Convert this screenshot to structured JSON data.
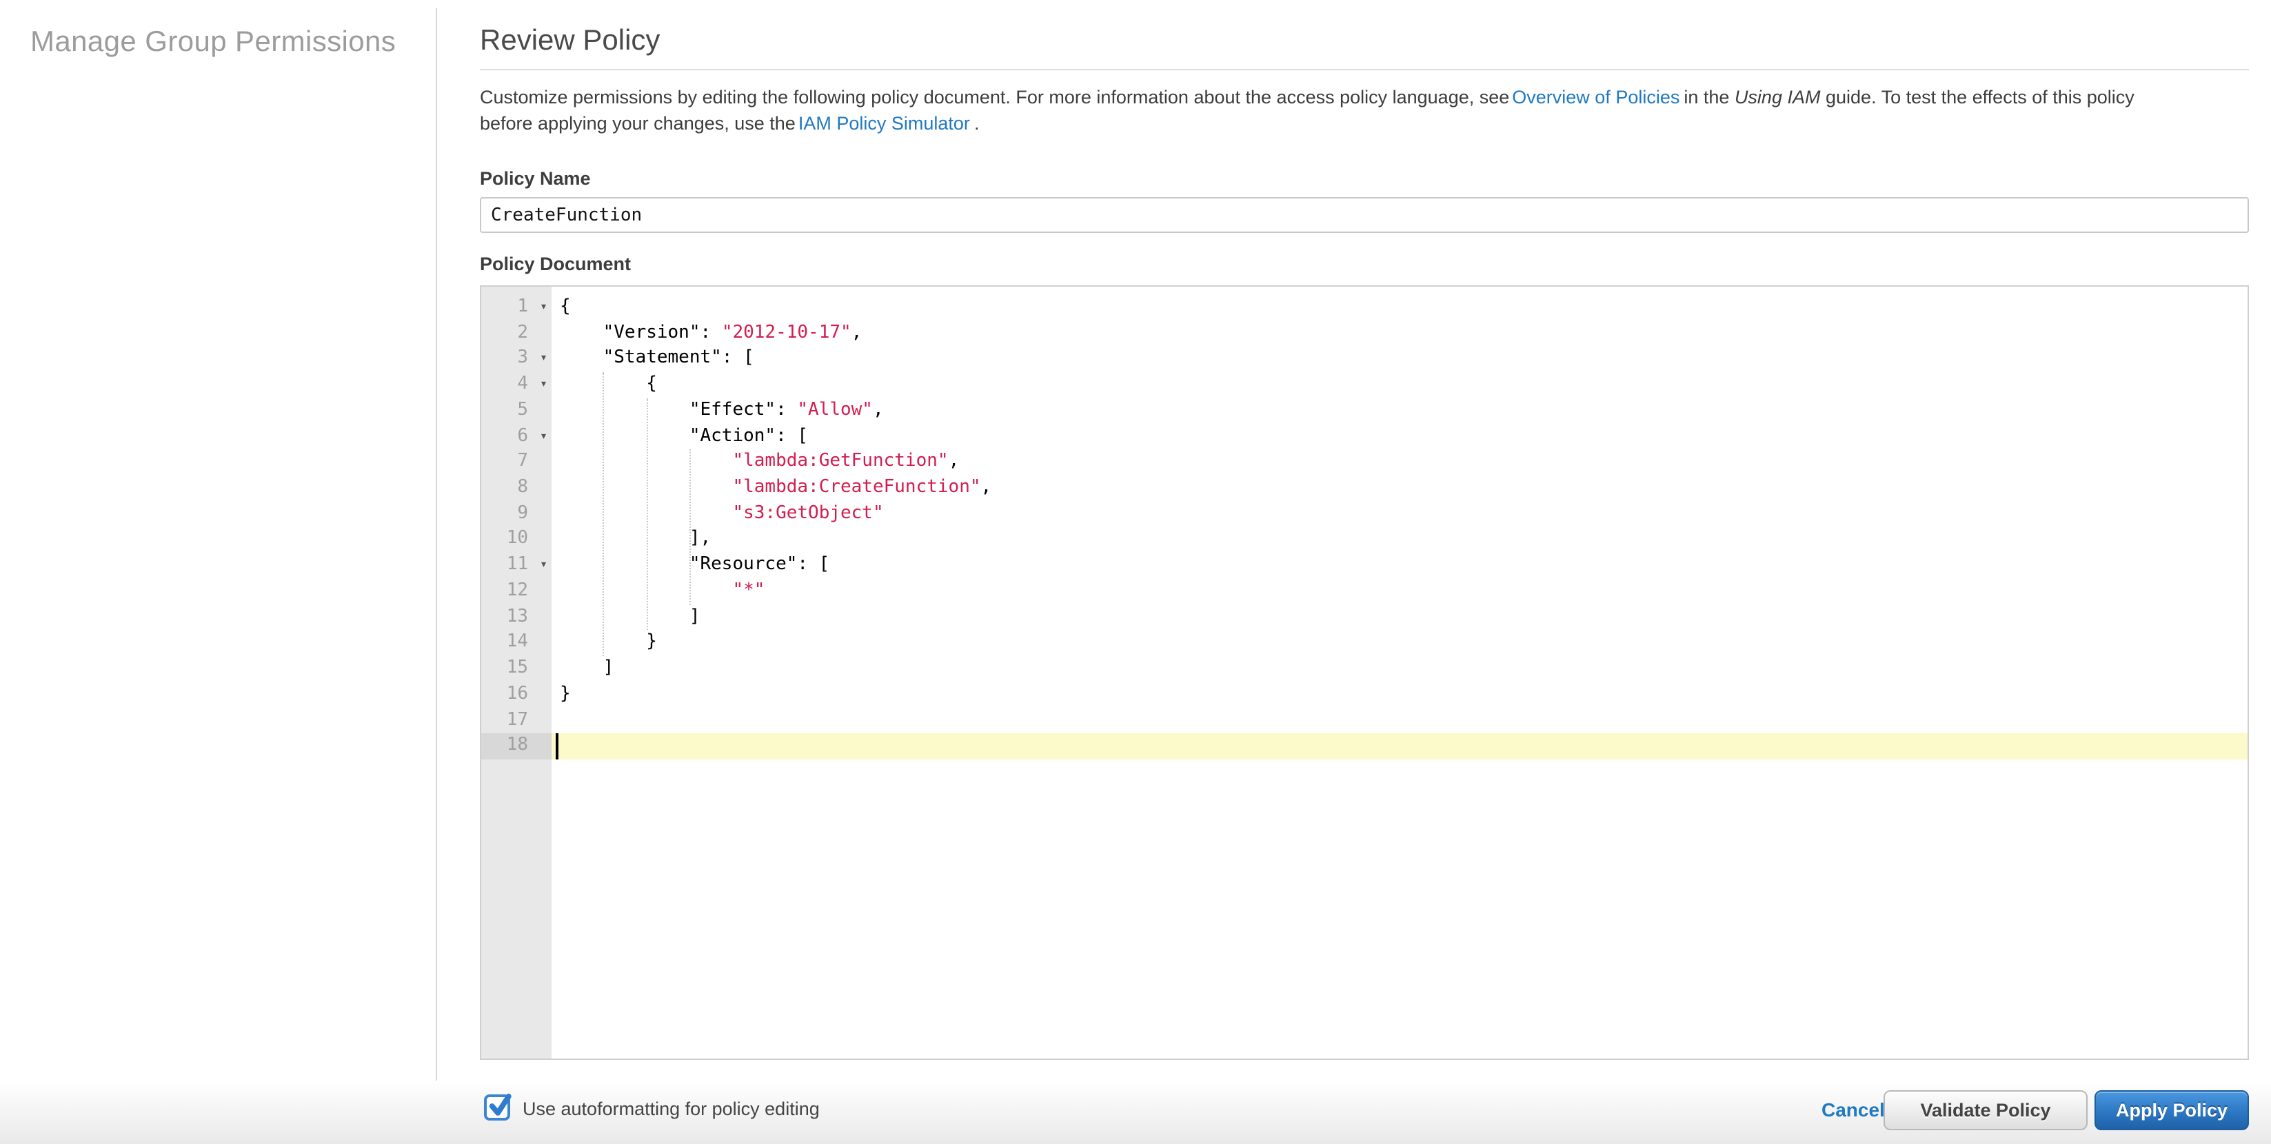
{
  "sidebar": {
    "title": "Manage Group Permissions"
  },
  "header": {
    "title": "Review Policy"
  },
  "intro": {
    "segments": [
      {
        "type": "text",
        "text": "Customize permissions by editing the following policy document. For more information about the access policy language, see"
      },
      {
        "type": "link",
        "name": "overview-of-policies-link",
        "text": "Overview of Policies"
      },
      {
        "type": "text",
        "text": "in the "
      },
      {
        "type": "italic",
        "text": "Using IAM"
      },
      {
        "type": "text",
        "text": " guide. To test the effects of this policy"
      },
      {
        "type": "break"
      },
      {
        "type": "text",
        "text": "before applying your changes, use the"
      },
      {
        "type": "link",
        "name": "iam-policy-simulator-link",
        "text": "IAM Policy Simulator"
      },
      {
        "type": "text",
        "text": "."
      }
    ]
  },
  "policy_name": {
    "label": "Policy Name",
    "value": "CreateFunction"
  },
  "policy_document": {
    "label": "Policy Document",
    "active_line": 18,
    "fold_lines": [
      1,
      3,
      4,
      6,
      11
    ],
    "indent_guides": [
      {
        "level": 1,
        "from": 4,
        "to": 14
      },
      {
        "level": 2,
        "from": 5,
        "to": 13
      },
      {
        "level": 3,
        "from": 7,
        "to": 12
      }
    ],
    "lines": [
      {
        "segs": [
          [
            "{",
            "p"
          ]
        ]
      },
      {
        "segs": [
          [
            "    \"Version\": ",
            "p"
          ],
          [
            "\"2012-10-17\"",
            "s"
          ],
          [
            ",",
            "p"
          ]
        ]
      },
      {
        "segs": [
          [
            "    \"Statement\": [",
            "p"
          ]
        ]
      },
      {
        "segs": [
          [
            "        {",
            "p"
          ]
        ]
      },
      {
        "segs": [
          [
            "            \"Effect\": ",
            "p"
          ],
          [
            "\"Allow\"",
            "s"
          ],
          [
            ",",
            "p"
          ]
        ]
      },
      {
        "segs": [
          [
            "            \"Action\": [",
            "p"
          ]
        ]
      },
      {
        "segs": [
          [
            "                ",
            "p"
          ],
          [
            "\"lambda:GetFunction\"",
            "s"
          ],
          [
            ",",
            "p"
          ]
        ]
      },
      {
        "segs": [
          [
            "                ",
            "p"
          ],
          [
            "\"lambda:CreateFunction\"",
            "s"
          ],
          [
            ",",
            "p"
          ]
        ]
      },
      {
        "segs": [
          [
            "                ",
            "p"
          ],
          [
            "\"s3:GetObject\"",
            "s"
          ]
        ]
      },
      {
        "segs": [
          [
            "            ],",
            "p"
          ]
        ]
      },
      {
        "segs": [
          [
            "            \"Resource\": [",
            "p"
          ]
        ]
      },
      {
        "segs": [
          [
            "                ",
            "p"
          ],
          [
            "\"*\"",
            "s"
          ]
        ]
      },
      {
        "segs": [
          [
            "            ]",
            "p"
          ]
        ]
      },
      {
        "segs": [
          [
            "        }",
            "p"
          ]
        ]
      },
      {
        "segs": [
          [
            "    ]",
            "p"
          ]
        ]
      },
      {
        "segs": [
          [
            "}",
            "p"
          ]
        ]
      },
      {
        "segs": [
          [
            "",
            "p"
          ]
        ]
      },
      {
        "segs": [
          [
            "",
            "p"
          ]
        ]
      }
    ]
  },
  "footer": {
    "autoformat_label": "Use autoformatting for policy editing",
    "autoformat_checked": true,
    "cancel_label": "Cancel",
    "validate_label": "Validate Policy",
    "apply_label": "Apply Policy"
  },
  "colors": {
    "link_blue": "#2079c3",
    "string_red": "#d41d4f",
    "active_line_yellow": "#fcf9cb",
    "checkbox_blue": "#2f7bd0"
  }
}
